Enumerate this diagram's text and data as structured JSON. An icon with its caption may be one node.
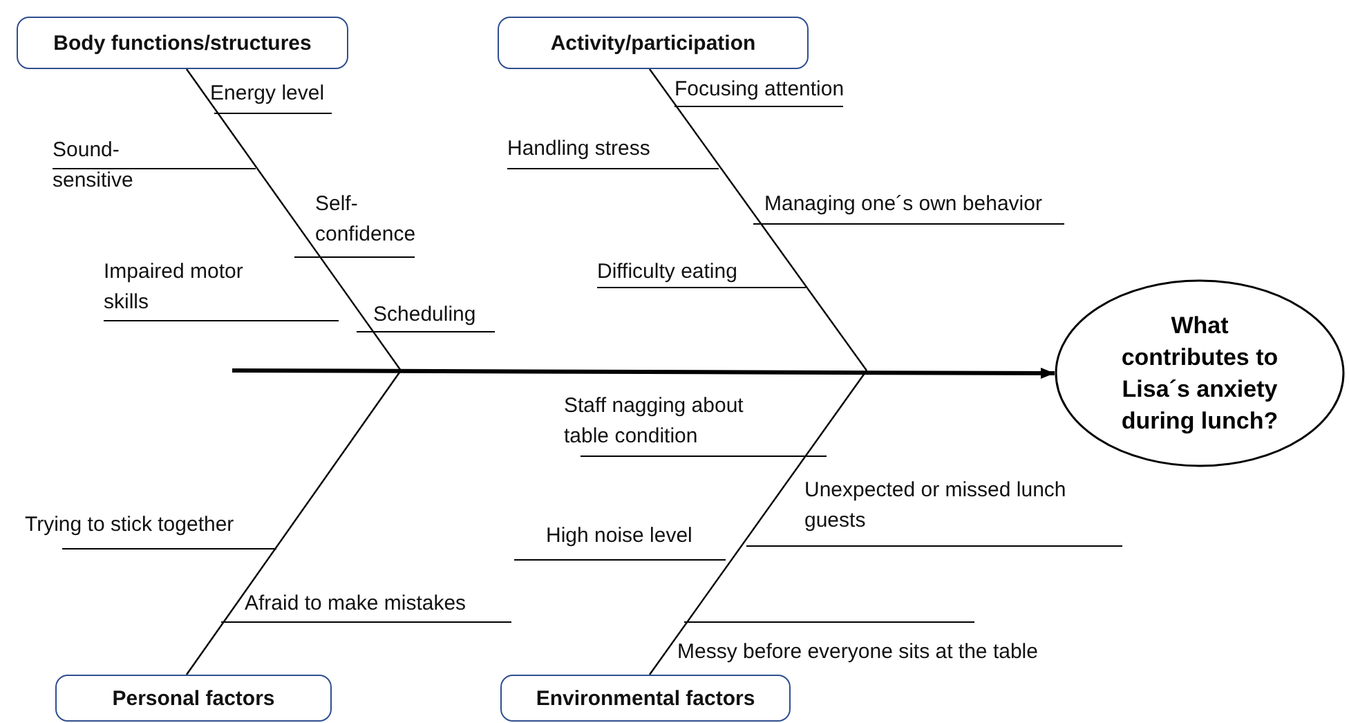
{
  "diagram": {
    "nodes": [
      {
        "text": [
          "Body functions/structures"
        ]
      },
      {
        "text": [
          "Activity/participation"
        ]
      },
      {
        "text": [
          "Personal factors"
        ]
      },
      {
        "text": [
          "Environmental factors"
        ]
      },
      {
        "text": [
          "What contributes to Lisa´s anxiety during lunch?"
        ]
      }
    ],
    "edges": [
      {
        "from": null,
        "to": 4,
        "arrow": "to",
        "style": "thick"
      },
      {
        "from": 0,
        "to": null,
        "arrow": "none"
      },
      {
        "from": 1,
        "to": null,
        "arrow": "none"
      },
      {
        "from": 2,
        "to": null,
        "arrow": "none"
      },
      {
        "from": 3,
        "to": null,
        "arrow": "none"
      }
    ],
    "labels": [
      "Energy level",
      "Focusing attention",
      "Sound-sensitive",
      "Handling stress",
      "Self-confidence",
      "Managing one´s own behavior",
      "Impaired motor skills",
      "Difficulty eating",
      "Scheduling",
      "Staff nagging about table condition",
      "Unexpected or missed lunch guests",
      "Trying to stick together",
      "High noise level",
      "Afraid to make mistakes",
      "Messy before everyone sits at the table"
    ]
  }
}
